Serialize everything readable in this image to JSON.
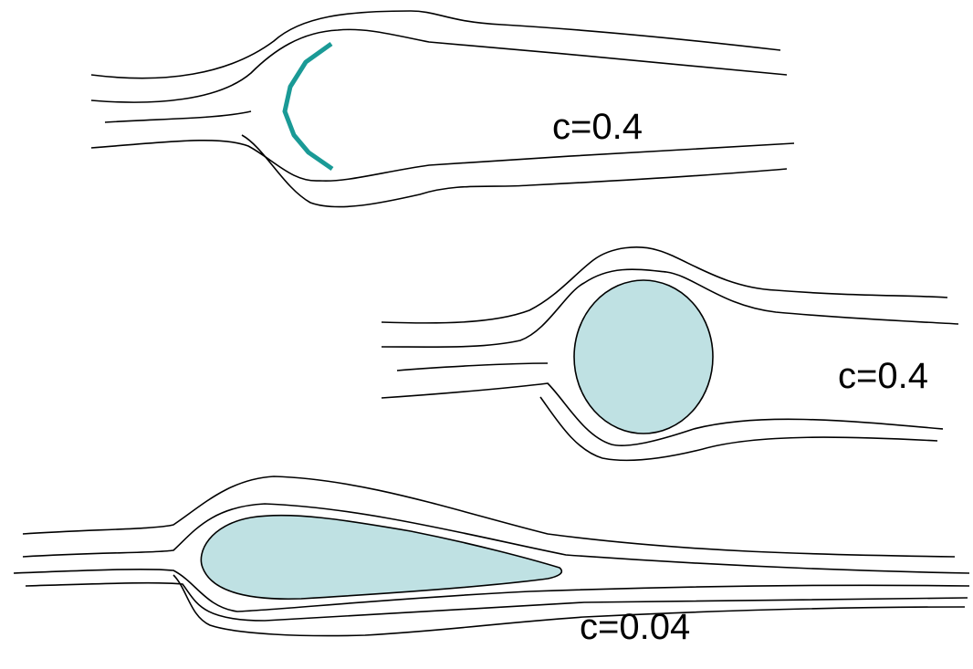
{
  "panels": [
    {
      "shape": "cupped-plate",
      "label": "c=0.4",
      "color": "#1a9a96"
    },
    {
      "shape": "sphere",
      "label": "c=0.4",
      "color": "#bfe1e3"
    },
    {
      "shape": "streamlined-body",
      "label": "c=0.04",
      "color": "#bfe1e3"
    }
  ]
}
